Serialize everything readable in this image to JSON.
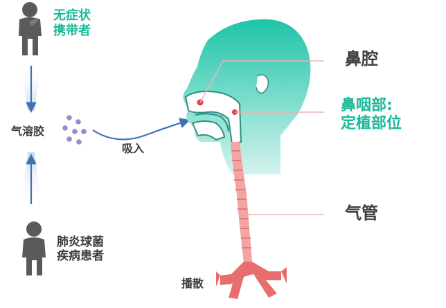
{
  "labels": {
    "carrier_line1": "无症状",
    "carrier_line2": "携带者",
    "aerosol": "气溶胶",
    "inhale": "吸入",
    "patient_line1": "肺炎球菌",
    "patient_line2": "疾病患者",
    "nasal_cavity": "鼻腔",
    "nasopharynx_line1": "鼻咽部:",
    "nasopharynx_line2": "定植部位",
    "trachea": "气管",
    "spread": "播散"
  },
  "colors": {
    "head_top": "#1ec4a8",
    "head_bottom": "#d4f3ee",
    "trachea": "#f2a5a2",
    "trachea_ring": "#e07a77",
    "bronchi": "#e86d6d",
    "leader_line": "#f1b3b3",
    "marker": "#e53e4f",
    "person": "#5a5a5a",
    "arrow_blue": "#3f72b3",
    "particle": "#9b8ac9",
    "teal_text": "#1ab99a",
    "dark_text": "#3c3c3c"
  },
  "icons": {
    "top_person": "person-thinking-icon",
    "bottom_person": "person-standing-icon",
    "ear": "ear-icon"
  }
}
